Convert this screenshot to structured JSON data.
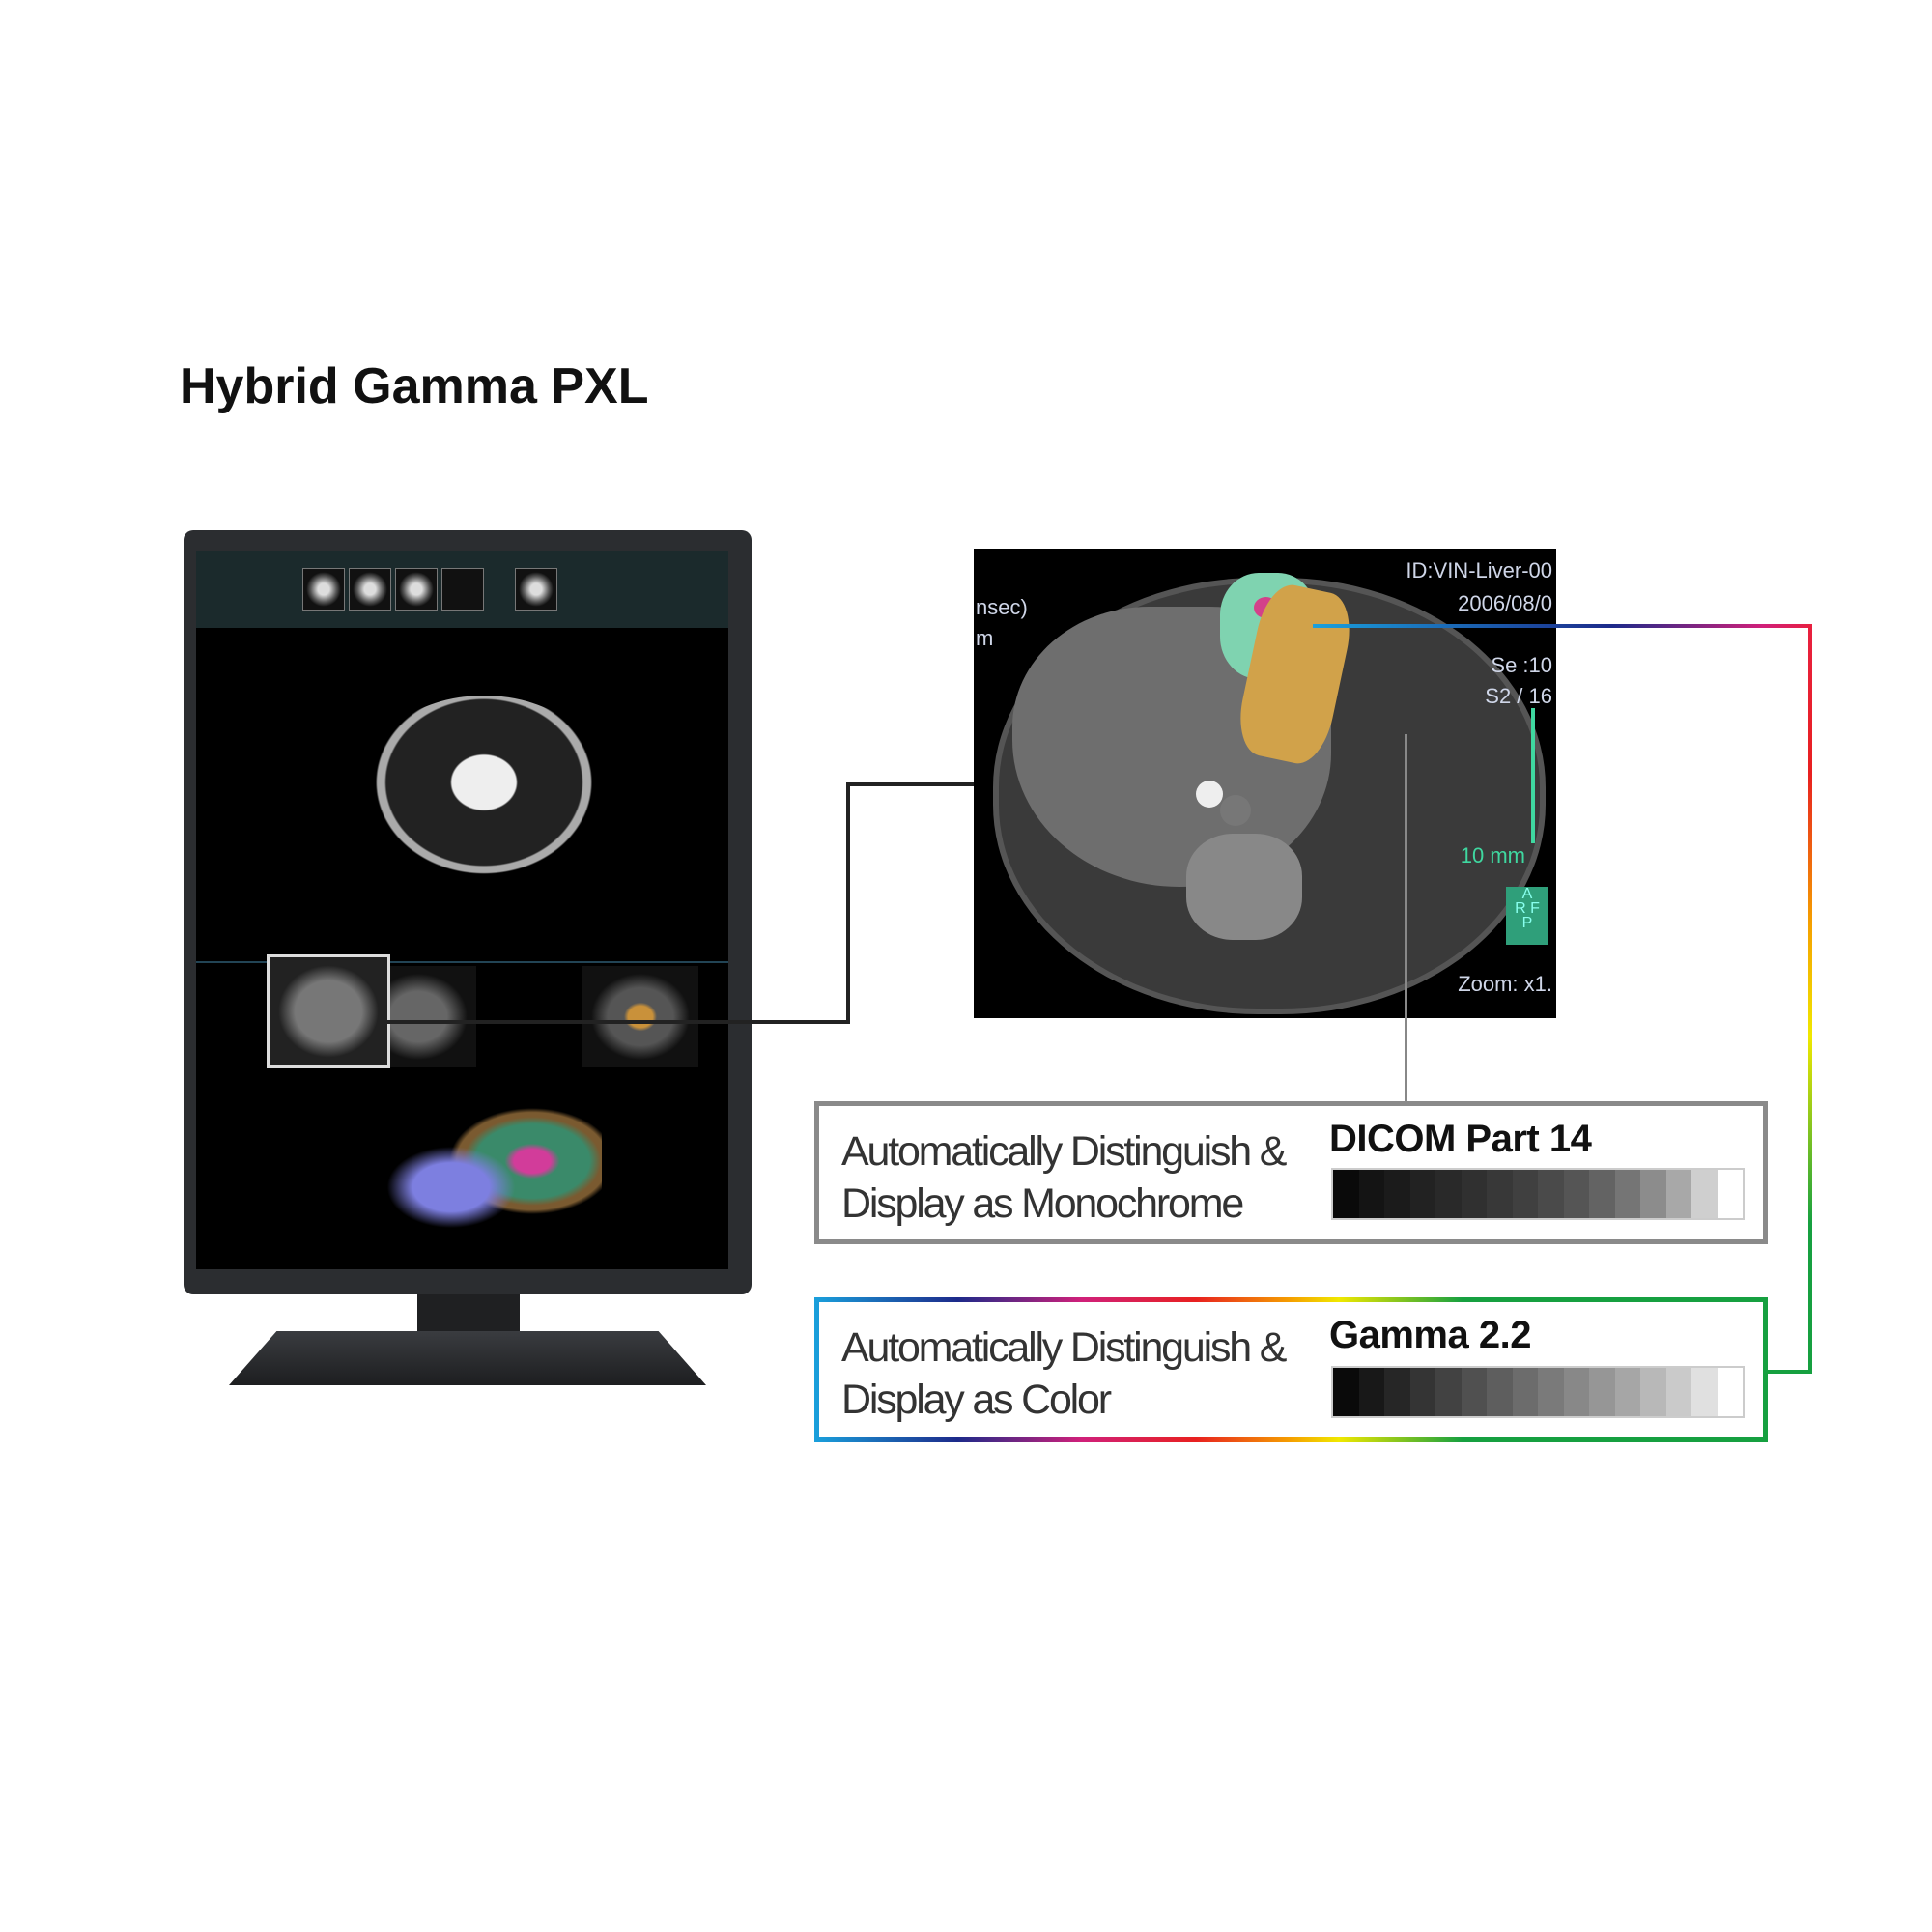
{
  "title": "Hybrid Gamma PXL",
  "zoom_view": {
    "overlay_left": [
      "nsec)",
      "m"
    ],
    "overlay_right": [
      "ID:VIN-Liver-00",
      "2006/08/0",
      "Se :10",
      "S2 / 16"
    ],
    "scale": "10 mm",
    "orient": [
      "A",
      "R",
      "F",
      "P"
    ],
    "zoom": "Zoom: x1."
  },
  "monochrome": {
    "description_line1": "Automatically Distinguish &",
    "description_line2": "Display as Monochrome",
    "mode": "DICOM Part 14"
  },
  "color": {
    "description_line1": "Automatically Distinguish &",
    "description_line2": "Display as Color",
    "mode": "Gamma 2.2"
  },
  "colors": {
    "mono_border": "#8a8a8a",
    "color_border_start": "#1aa0dc",
    "color_border_end": "#16a040"
  }
}
